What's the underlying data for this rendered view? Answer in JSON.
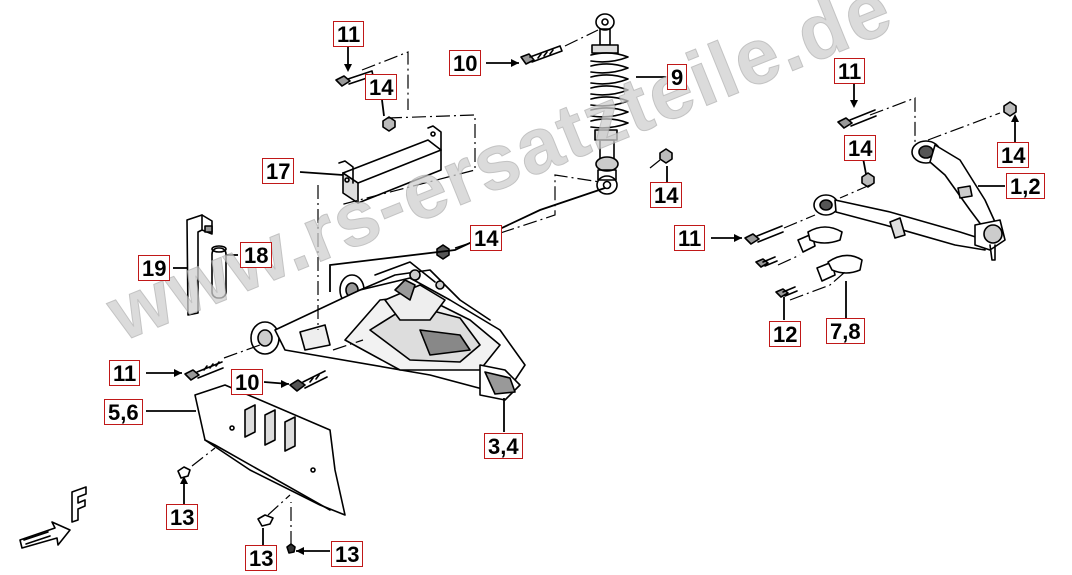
{
  "watermark": "www.rs-ersatzteile.de",
  "labels": {
    "l11a": "11",
    "l14a": "14",
    "l10a": "10",
    "l9": "9",
    "l17": "17",
    "l11b": "11",
    "l14b": "14",
    "l14c": "14",
    "l14d": "14",
    "l1_2": "1,2",
    "l11c": "11",
    "l14e": "14",
    "l19": "19",
    "l18": "18",
    "l12": "12",
    "l7_8": "7,8",
    "l11d": "11",
    "l10b": "10",
    "l5_6": "5,6",
    "l3_4": "3,4",
    "l13a": "13",
    "l13b": "13",
    "l13c": "13"
  },
  "colors": {
    "label_border": "#c01818",
    "ink": "#000000",
    "watermark": "#cfcfcf"
  }
}
